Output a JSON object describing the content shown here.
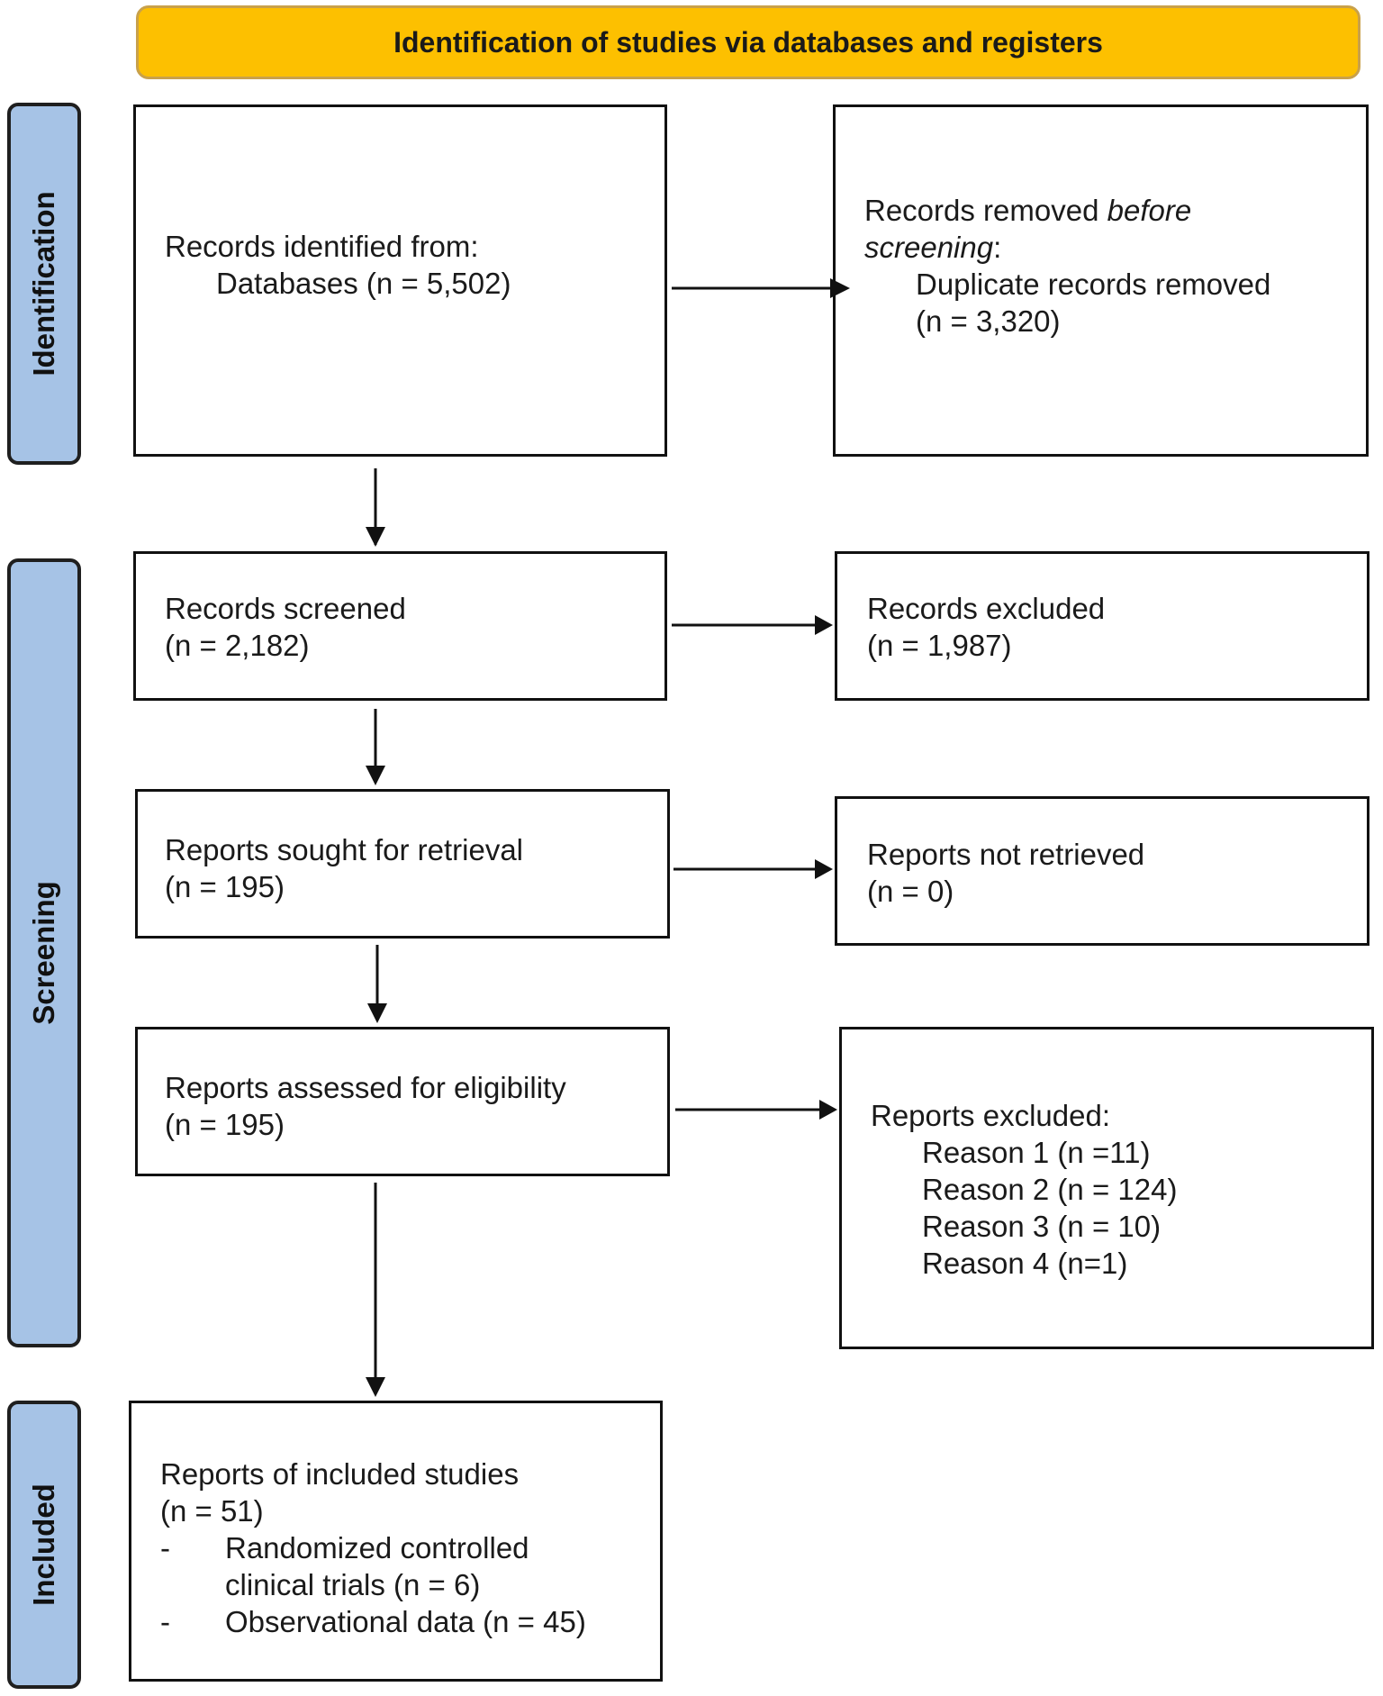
{
  "header": {
    "title": "Identification of studies via databases and registers"
  },
  "phases": {
    "identification": "Identification",
    "screening": "Screening",
    "included": "Included"
  },
  "boxes": {
    "records_identified": {
      "line1": "Records identified from:",
      "line2": "Databases (n = 5,502)"
    },
    "records_removed": {
      "line1_prefix": "Records removed ",
      "line1_italic": "before",
      "line2_italic": "screening",
      "line2_suffix": ":",
      "line3": "Duplicate records removed",
      "line4": "(n = 3,320)"
    },
    "records_screened": {
      "line1": "Records screened",
      "line2": "(n = 2,182)"
    },
    "records_excluded": {
      "line1": "Records excluded",
      "line2": "(n = 1,987)"
    },
    "reports_sought": {
      "line1": "Reports sought for retrieval",
      "line2": "(n = 195)"
    },
    "reports_not_retrieved": {
      "line1": "Reports not retrieved",
      "line2": "(n = 0)"
    },
    "reports_assessed": {
      "line1": "Reports assessed for eligibility",
      "line2": "(n = 195)"
    },
    "reports_excluded": {
      "line1": "Reports excluded:",
      "reasons": [
        "Reason 1 (n =11)",
        "Reason 2 (n = 124)",
        "Reason 3 (n = 10)",
        "Reason 4 (n=1)"
      ]
    },
    "included_studies": {
      "line1": "Reports of included studies",
      "line2": "(n = 51)",
      "bullet_marker": "-",
      "bullet1_line1": "Randomized controlled",
      "bullet1_line2": "clinical trials (n = 6)",
      "bullet2": "Observational data (n = 45)"
    }
  },
  "colors": {
    "header_fill": "#FDC000",
    "header_border": "#C9A14A",
    "phase_fill": "#A6C3E6"
  }
}
